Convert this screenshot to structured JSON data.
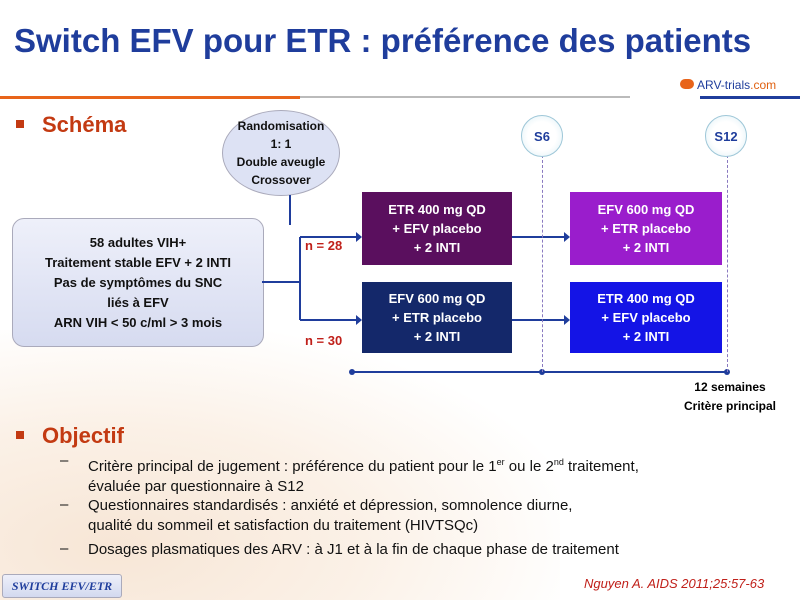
{
  "title": "Switch EFV pour ETR : préférence des patients",
  "logo": {
    "a": "ARV-trials",
    "b": ".com"
  },
  "schema": {
    "heading": "Schéma",
    "randomisation": [
      "Randomisation",
      "1: 1",
      "Double aveugle",
      "Crossover"
    ],
    "population": [
      "58 adultes VIH+",
      "Traitement stable EFV + 2 INTI",
      "Pas de symptômes du SNC",
      "liés à EFV",
      "ARN VIH < 50 c/ml > 3 mois"
    ],
    "n1": "n = 28",
    "n2": "n = 30",
    "s6": "S6",
    "s12": "S12",
    "arm1_phase1": [
      "ETR 400 mg QD",
      "+ EFV placebo",
      "+ 2 INTI"
    ],
    "arm1_phase2": [
      "EFV 600 mg QD",
      "+ ETR placebo",
      "+ 2 INTI"
    ],
    "arm2_phase1": [
      "EFV 600 mg QD",
      "+ ETR placebo",
      "+ 2 INTI"
    ],
    "arm2_phase2": [
      "ETR 400 mg QD",
      "+ EFV placebo",
      "+ 2 INTI"
    ],
    "end_label": [
      "12 semaines",
      "Critère principal"
    ],
    "colors": {
      "arm1_phase1": "#5a0f5e",
      "arm1_phase2": "#9a1dcc",
      "arm2_phase1": "#14286a",
      "arm2_phase2": "#1414e6"
    }
  },
  "objectif": {
    "heading": "Objectif",
    "items": [
      {
        "l1": "Critère principal de jugement  : préférence du patient pour le 1",
        "sup1": "er",
        "mid": " ou le 2",
        "sup2": "nd",
        "end": " traitement,",
        "l2": "évaluée par questionnaire à S12"
      },
      {
        "l1": "Questionnaires standardisés : anxiété et dépression, somnolence diurne,",
        "l2": "qualité du sommeil  et satisfaction du traitement (HIVTSQc)"
      },
      {
        "l1": "Dosages plasmatiques des ARV : à J1 et à la fin de chaque phase de traitement"
      }
    ]
  },
  "footer": {
    "tag": "SWITCH EFV/ETR",
    "ref": "Nguyen A. AIDS 2011;25:57-63"
  }
}
